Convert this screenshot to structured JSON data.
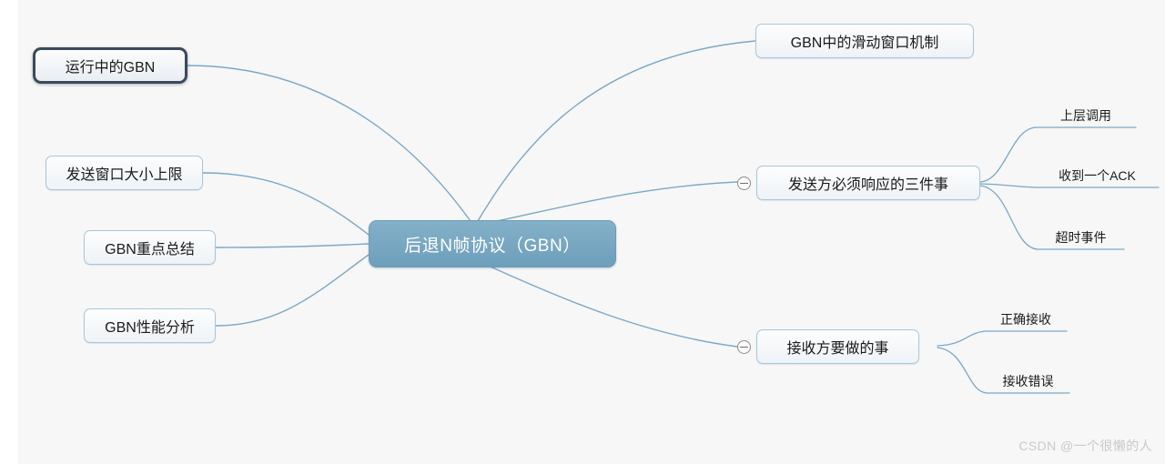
{
  "canvas": {
    "background_color": "#f7f7f7",
    "page_background": "#ffffff",
    "connector_color": "#7ba7c7",
    "root_fill": "#76a6c2",
    "node_border": "#a8c6db",
    "selected_border": "#3b4a5a"
  },
  "root": {
    "label": "后退N帧协议（GBN）"
  },
  "left_branches": [
    {
      "label": "运行中的GBN",
      "state": "selected"
    },
    {
      "label": "发送窗口大小上限",
      "state": "normal"
    },
    {
      "label": "GBN重点总结",
      "state": "normal"
    },
    {
      "label": "GBN性能分析",
      "state": "normal"
    }
  ],
  "right_branches": [
    {
      "label": "GBN中的滑动窗口机制",
      "has_toggle": false,
      "children": []
    },
    {
      "label": "发送方必须响应的三件事",
      "has_toggle": true,
      "toggle_state": "expanded",
      "children": [
        {
          "label": "上层调用"
        },
        {
          "label": "收到一个ACK"
        },
        {
          "label": "超时事件"
        }
      ]
    },
    {
      "label": "接收方要做的事",
      "has_toggle": true,
      "toggle_state": "expanded",
      "children": [
        {
          "label": "正确接收"
        },
        {
          "label": "接收错误"
        }
      ]
    }
  ],
  "watermark": {
    "text": "CSDN @一个很懒的人"
  }
}
